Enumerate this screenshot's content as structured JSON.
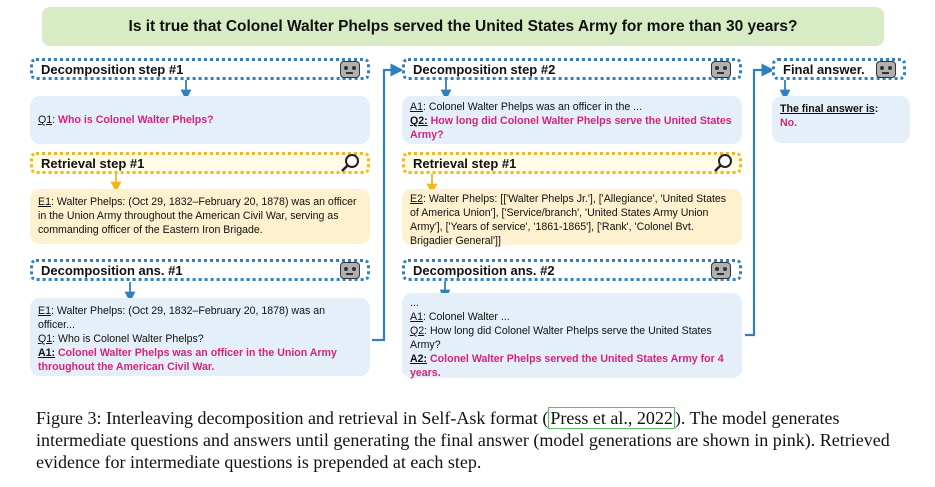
{
  "question": "Is it true that Colonel Walter Phelps served the United States Army for more than 30 years?",
  "col1": {
    "decomp_header": "Decomposition step #1",
    "q1_label": "Q1",
    "q1_sep": ": ",
    "q1_text": "Who is Colonel Walter Phelps?",
    "retrieval_header": "Retrieval step #1",
    "e1_label": "E1",
    "e1_text": ": Walter Phelps: (Oct 29, 1832–February 20, 1878) was an officer in the Union Army throughout the American Civil War, serving as commanding officer of the Eastern Iron Brigade.",
    "ans_header": "Decomposition ans. #1",
    "ans_e1_label": "E1",
    "ans_e1_text": ": Walter Phelps: (Oct 29, 1832–February 20, 1878) was an officer...",
    "ans_q1_label": "Q1",
    "ans_q1_text": ": Who is Colonel Walter Phelps?",
    "ans_a1_label": "A1:",
    "ans_a1_text": "Colonel Walter Phelps was an officer in the Union Army throughout the American Civil War."
  },
  "col2": {
    "decomp_header": "Decomposition step #2",
    "a1_label": "A1",
    "a1_text": ": Colonel Walter Phelps was an officer in the ...",
    "q2_label": "Q2:",
    "q2_text": "How long did Colonel Walter Phelps serve the United States Army?",
    "retrieval_header": "Retrieval step #1",
    "e2_label": "E2",
    "e2_text": ": Walter Phelps: [['Walter Phelps Jr.'], ['Allegiance', 'United States of America Union'], ['Service/branch', 'United States Army Union Army'], ['Years of service', '1861-1865'], ['Rank', 'Colonel Bvt. Brigadier General']]",
    "ans_header": "Decomposition ans. #2",
    "ans_dots": "...",
    "ans_a1_label": "A1",
    "ans_a1_text": ": Colonel Walter ...",
    "ans_q2_label": "Q2",
    "ans_q2_text": ": How long did Colonel Walter Phelps serve the United States Army?",
    "ans_a2_label": "A2:",
    "ans_a2_text": "Colonel Walter Phelps served the United States Army for 4 years."
  },
  "col3": {
    "final_header": "Final answer.",
    "final_label": "The final answer is",
    "final_colon": ":",
    "final_value": "No."
  },
  "caption": {
    "prefix": "Figure 3: Interleaving decomposition and retrieval in Self-Ask format (",
    "cite": "Press et al., 2022",
    "suffix": "). The model generates intermediate questions and answers until generating the final answer (model generations are shown in pink). Retrieved evidence for intermediate questions is prepended at each step."
  },
  "colors": {
    "blue_accent": "#2f7fc1",
    "yellow_accent": "#f3b61d",
    "pink_text": "#d6247a",
    "question_bg": "#d7ebc4"
  },
  "icons": [
    "robot-icon",
    "magnifier-icon",
    "arrow-down-icon"
  ]
}
